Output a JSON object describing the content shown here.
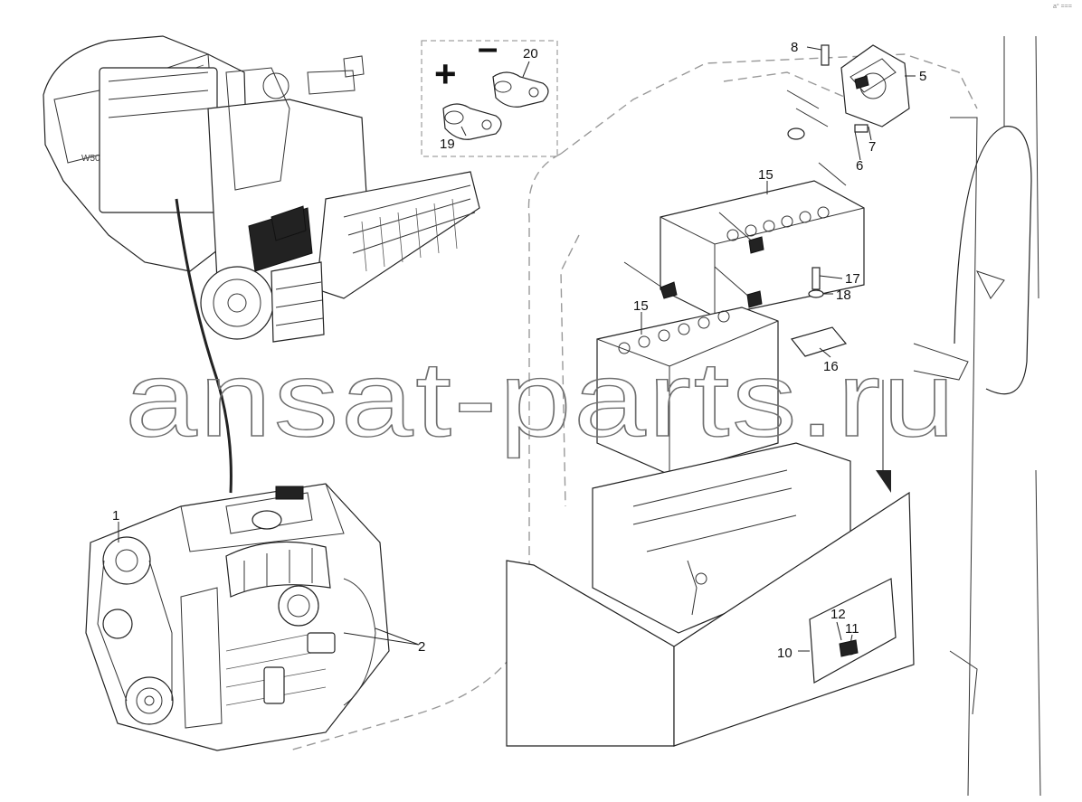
{
  "watermark": "ansat-parts.ru",
  "corner_mark": "a° ===",
  "callouts": {
    "c1": "1",
    "c2": "2",
    "c5": "5",
    "c6": "6",
    "c7": "7",
    "c8": "8",
    "c10": "10",
    "c11": "11",
    "c12": "12",
    "c15a": "15",
    "c15b": "15",
    "c16": "16",
    "c17": "17",
    "c18": "18",
    "c19": "19",
    "c20": "20"
  },
  "terminal_signs": {
    "positive": "+",
    "negative": "–"
  },
  "machine_badge": "W50",
  "colors": {
    "ink": "#222222",
    "dashed_outline": "#999999",
    "watermark_stroke": "#6f6f6f"
  }
}
